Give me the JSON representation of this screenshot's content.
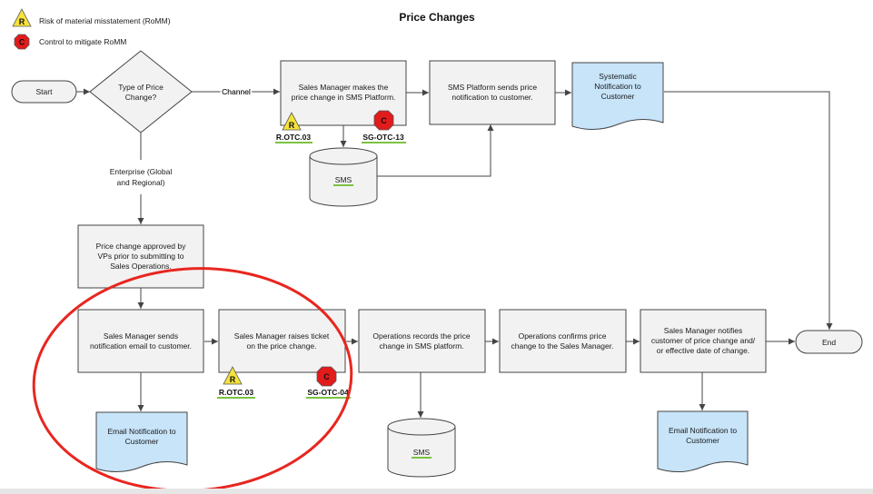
{
  "title": "Price Changes",
  "legend": {
    "risk_letter": "R",
    "risk_label": "Risk of material misstatement (RoMM)",
    "control_letter": "C",
    "control_label": "Control to mitigate RoMM"
  },
  "nodes": {
    "start": "Start",
    "decision": [
      "Type of Price",
      "Change?"
    ],
    "channel_label": "Channel",
    "enterprise_label": [
      "Enterprise (Global",
      "and Regional)"
    ],
    "sm_makes": [
      "Sales Manager makes the",
      "price change in SMS Platform."
    ],
    "sms_sends": [
      "SMS Platform sends price",
      "notification to customer."
    ],
    "systematic_notification": [
      "Systematic",
      "Notification to",
      "Customer"
    ],
    "sms_db_top": "SMS",
    "approved": [
      "Price change approved by",
      "VPs prior to submitting to",
      "Sales Operations."
    ],
    "sm_email": [
      "Sales Manager sends",
      "notification email to customer."
    ],
    "sm_ticket": [
      "Sales Manager raises ticket",
      "on the price change."
    ],
    "ops_records": [
      "Operations records the price",
      "change in SMS platform."
    ],
    "ops_confirms": [
      "Operations confirms price",
      "change to the Sales Manager."
    ],
    "sm_notifies": [
      "Sales Manager notifies",
      "customer of price change and/",
      "or effective date of change."
    ],
    "end": "End",
    "email_notification": [
      "Email Notification to",
      "Customer"
    ],
    "sms_db_bottom": "SMS",
    "email_notification_2": [
      "Email Notification to",
      "Customer"
    ]
  },
  "badges": {
    "risk_top": {
      "letter": "R",
      "ref": "R.OTC.03"
    },
    "control_top": {
      "letter": "C",
      "ref": "SG-OTC-13"
    },
    "risk_bottom": {
      "letter": "R",
      "ref": "R.OTC.03"
    },
    "control_bottom": {
      "letter": "C",
      "ref": "SG-OTC-04"
    }
  },
  "colors": {
    "process_fill": "#f2f2f2",
    "document_fill": "#c7e4f9",
    "risk_fill": "#f5e23a",
    "control_fill": "#e21b1b",
    "ref_underline": "#7cc242",
    "highlight_ellipse": "#e8261f",
    "line": "#444444"
  }
}
